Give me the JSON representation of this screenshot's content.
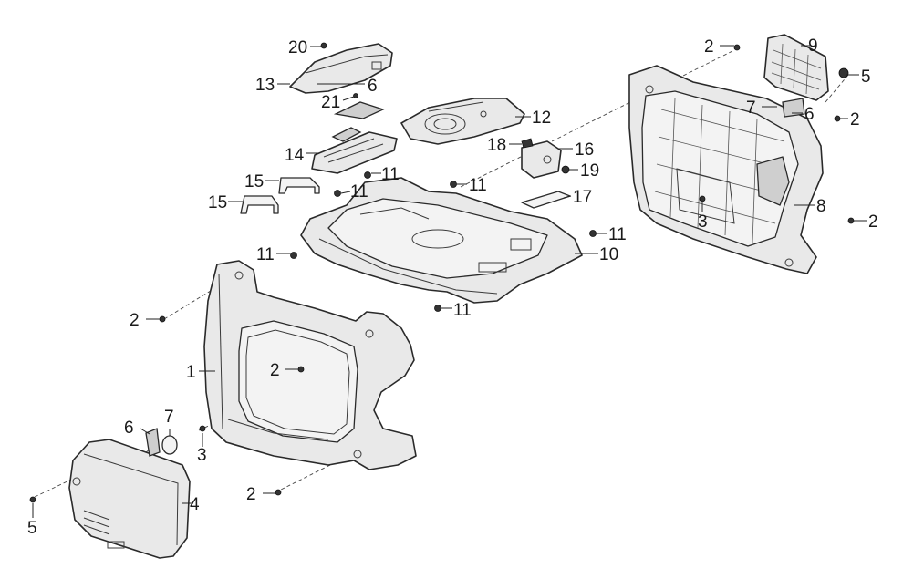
{
  "labels": {
    "l1": "1",
    "l2a": "2",
    "l2b": "2",
    "l2c": "2",
    "l2d": "2",
    "l2e": "2",
    "l2f": "2",
    "l3a": "3",
    "l3b": "3",
    "l4": "4",
    "l5a": "5",
    "l5b": "5",
    "l6a": "6",
    "l6b": "6",
    "l6c": "6",
    "l7a": "7",
    "l7b": "7",
    "l8": "8",
    "l9": "9",
    "l10": "10",
    "l11a": "11",
    "l11b": "11",
    "l11c": "11",
    "l11d": "11",
    "l11e": "11",
    "l11f": "11",
    "l12": "12",
    "l13": "13",
    "l14": "14",
    "l15a": "15",
    "l15b": "15",
    "l16": "16",
    "l17": "17",
    "l18": "18",
    "l19": "19",
    "l20": "20",
    "l21": "21"
  }
}
